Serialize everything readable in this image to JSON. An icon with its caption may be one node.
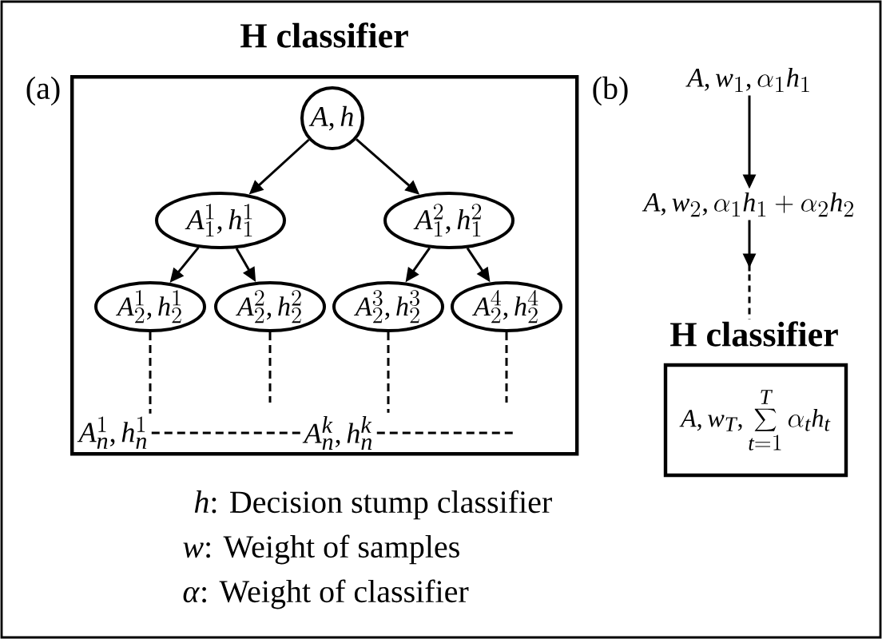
{
  "diagram": {
    "nodes": [
      {
        "text": [
          "H classifier"
        ]
      },
      {
        "text": [
          "A,h"
        ],
        "in": 0
      },
      {
        "text": [
          "A_1^1,h_1^1"
        ],
        "in": 0
      },
      {
        "text": [
          "A_1^2,h_1^2"
        ],
        "in": 0
      },
      {
        "text": [
          "A_2^1,h_2^1"
        ],
        "in": 0
      },
      {
        "text": [
          "A_2^2,h_2^2"
        ],
        "in": 0
      },
      {
        "text": [
          "A_2^3,h_2^3"
        ],
        "in": 0
      },
      {
        "text": [
          "A_2^4,h_2^4"
        ],
        "in": 0
      },
      {
        "text": [
          "A_n^1,h_n^1"
        ],
        "in": 0
      },
      {
        "text": [
          "A_n^k,h_n^k"
        ],
        "in": 0
      },
      {
        "text": [
          "A,w_1,\\alpha_1 h_1"
        ]
      },
      {
        "text": [
          "A,w_2,\\alpha_1 h_1+\\alpha_2 h_2"
        ]
      },
      {
        "text": [
          "H classifier",
          "A,w_T,\\sum_{t=1}^{T}\\alpha_t h_t"
        ]
      }
    ],
    "edges": [
      {
        "from": 1,
        "to": 2,
        "arrow": "to"
      },
      {
        "from": 1,
        "to": 3,
        "arrow": "to"
      },
      {
        "from": 2,
        "to": 4,
        "arrow": "to"
      },
      {
        "from": 2,
        "to": 5,
        "arrow": "to"
      },
      {
        "from": 3,
        "to": 6,
        "arrow": "to"
      },
      {
        "from": 3,
        "to": 7,
        "arrow": "to"
      },
      {
        "from": 4,
        "to": 8,
        "arrow": "none",
        "style": "dashed"
      },
      {
        "from": 5,
        "to": null,
        "arrow": "none",
        "style": "dashed"
      },
      {
        "from": 6,
        "to": 9,
        "arrow": "none",
        "style": "dashed"
      },
      {
        "from": 7,
        "to": null,
        "arrow": "none",
        "style": "dashed"
      },
      {
        "from": 8,
        "to": 9,
        "arrow": "none",
        "style": "dashed"
      },
      {
        "from": 9,
        "to": null,
        "arrow": "none",
        "style": "dashed"
      },
      {
        "from": 10,
        "to": 11,
        "arrow": "to"
      },
      {
        "from": 11,
        "to": 12,
        "arrow": "to",
        "style": "dashed"
      }
    ],
    "labels": [
      "(a)",
      "(b)",
      "*h*: Decision stump classifier",
      "*w*: Weight of samples",
      "*α*: Weight of classifier"
    ]
  }
}
